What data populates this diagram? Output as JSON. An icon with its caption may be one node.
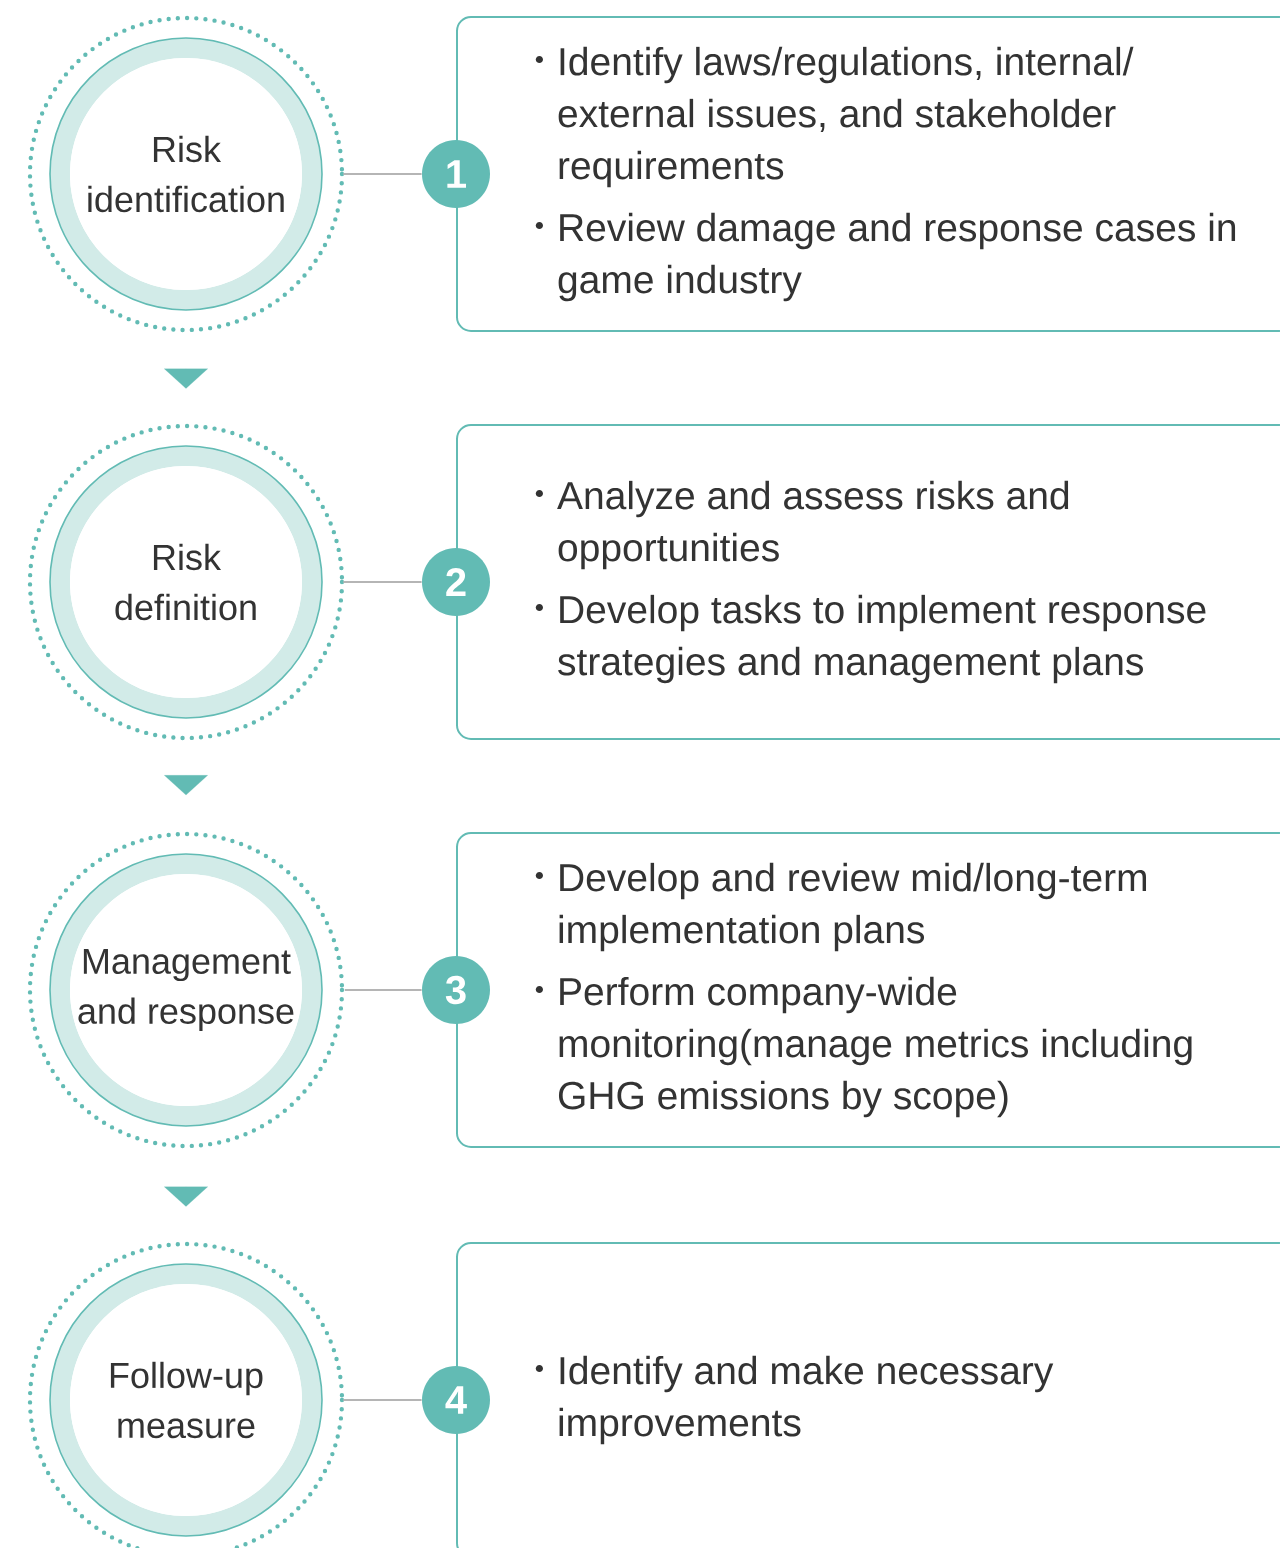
{
  "diagram": {
    "nodes": [
      {
        "text": [
          "Risk identification"
        ]
      },
      {
        "text": [
          "1"
        ]
      },
      {
        "text": [
          "Identify laws/regulations, internal/ external issues, and stakeholder requirements",
          "Review damage and response cases in game industry"
        ]
      },
      {
        "text": [
          "Risk definition"
        ]
      },
      {
        "text": [
          "2"
        ]
      },
      {
        "text": [
          "Analyze and assess risks and opportunities",
          "Develop tasks to implement response strategies and management plans"
        ]
      },
      {
        "text": [
          "Management and response"
        ]
      },
      {
        "text": [
          "3"
        ]
      },
      {
        "text": [
          "Develop and review mid/long-term implementation plans",
          "Perform company-wide monitoring(manage metrics including GHG emissions by scope)"
        ]
      },
      {
        "text": [
          "Follow-up measure"
        ]
      },
      {
        "text": [
          "4"
        ]
      },
      {
        "text": [
          "Identify and make necessary improvements"
        ]
      }
    ],
    "edges": [
      {
        "from": 0,
        "to": 1,
        "arrow": "none"
      },
      {
        "from": 3,
        "to": 4,
        "arrow": "none"
      },
      {
        "from": 6,
        "to": 7,
        "arrow": "none"
      },
      {
        "from": 9,
        "to": 10,
        "arrow": "none"
      },
      {
        "from": 0,
        "to": 3,
        "arrow": "to",
        "color": "#62bbb4"
      },
      {
        "from": 3,
        "to": 6,
        "arrow": "to",
        "color": "#62bbb4"
      },
      {
        "from": 6,
        "to": 9,
        "arrow": "to",
        "color": "#62bbb4"
      }
    ]
  }
}
